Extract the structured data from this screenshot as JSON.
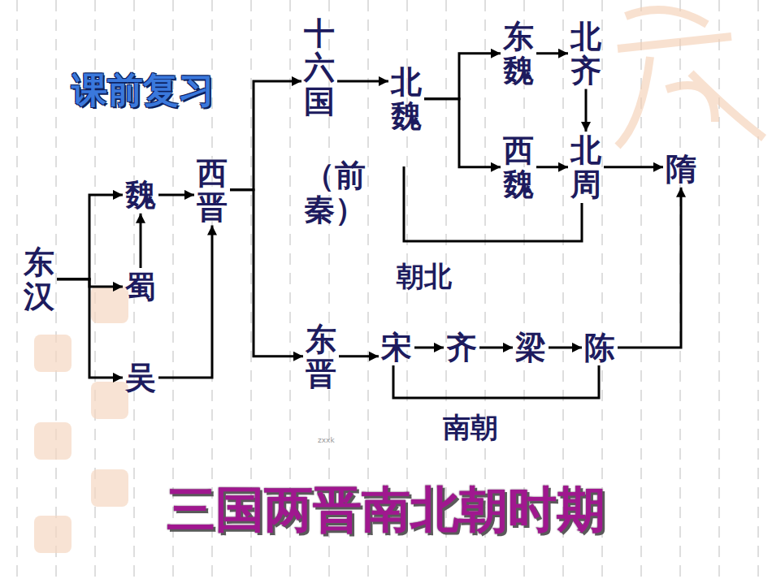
{
  "diagram": {
    "title": "三国两晋南北朝时期",
    "nodes": [
      {
        "text": [
          "东汉"
        ]
      },
      {
        "text": [
          "魏"
        ]
      },
      {
        "text": [
          "蜀"
        ]
      },
      {
        "text": [
          "吴"
        ]
      },
      {
        "text": [
          "西晋"
        ]
      },
      {
        "text": [
          "十六国",
          "（前秦）"
        ]
      },
      {
        "text": [
          "北魏"
        ]
      },
      {
        "text": [
          "东魏"
        ]
      },
      {
        "text": [
          "北齐"
        ]
      },
      {
        "text": [
          "西魏"
        ]
      },
      {
        "text": [
          "北周"
        ]
      },
      {
        "text": [
          "隋"
        ]
      },
      {
        "text": [
          "东晋"
        ]
      },
      {
        "text": [
          "宋"
        ]
      },
      {
        "text": [
          "齐"
        ]
      },
      {
        "text": [
          "梁"
        ]
      },
      {
        "text": [
          "陈"
        ]
      }
    ],
    "edges": [
      {
        "from": 0,
        "to": 1,
        "arrow": "to"
      },
      {
        "from": 0,
        "to": 2,
        "arrow": "to"
      },
      {
        "from": 0,
        "to": 3,
        "arrow": "to"
      },
      {
        "from": 2,
        "to": 1,
        "arrow": "to"
      },
      {
        "from": 1,
        "to": 4,
        "arrow": "to"
      },
      {
        "from": 3,
        "to": 4,
        "arrow": "to"
      },
      {
        "from": 4,
        "to": 5,
        "arrow": "to"
      },
      {
        "from": 4,
        "to": 12,
        "arrow": "to"
      },
      {
        "from": 5,
        "to": 6,
        "arrow": "to"
      },
      {
        "from": 6,
        "to": 7,
        "arrow": "to"
      },
      {
        "from": 6,
        "to": 9,
        "arrow": "to"
      },
      {
        "from": 7,
        "to": 8,
        "arrow": "to"
      },
      {
        "from": 8,
        "to": 10,
        "arrow": "to"
      },
      {
        "from": 9,
        "to": 10,
        "arrow": "to"
      },
      {
        "from": 10,
        "to": 11,
        "arrow": "to"
      },
      {
        "from": 12,
        "to": 13,
        "arrow": "to"
      },
      {
        "from": 13,
        "to": 14,
        "arrow": "to"
      },
      {
        "from": 14,
        "to": 15,
        "arrow": "to"
      },
      {
        "from": 15,
        "to": 16,
        "arrow": "to"
      },
      {
        "from": 16,
        "to": 11,
        "arrow": "to"
      }
    ],
    "labels": [
      "课前复习",
      "朝北",
      "南朝",
      "zxxk"
    ]
  }
}
